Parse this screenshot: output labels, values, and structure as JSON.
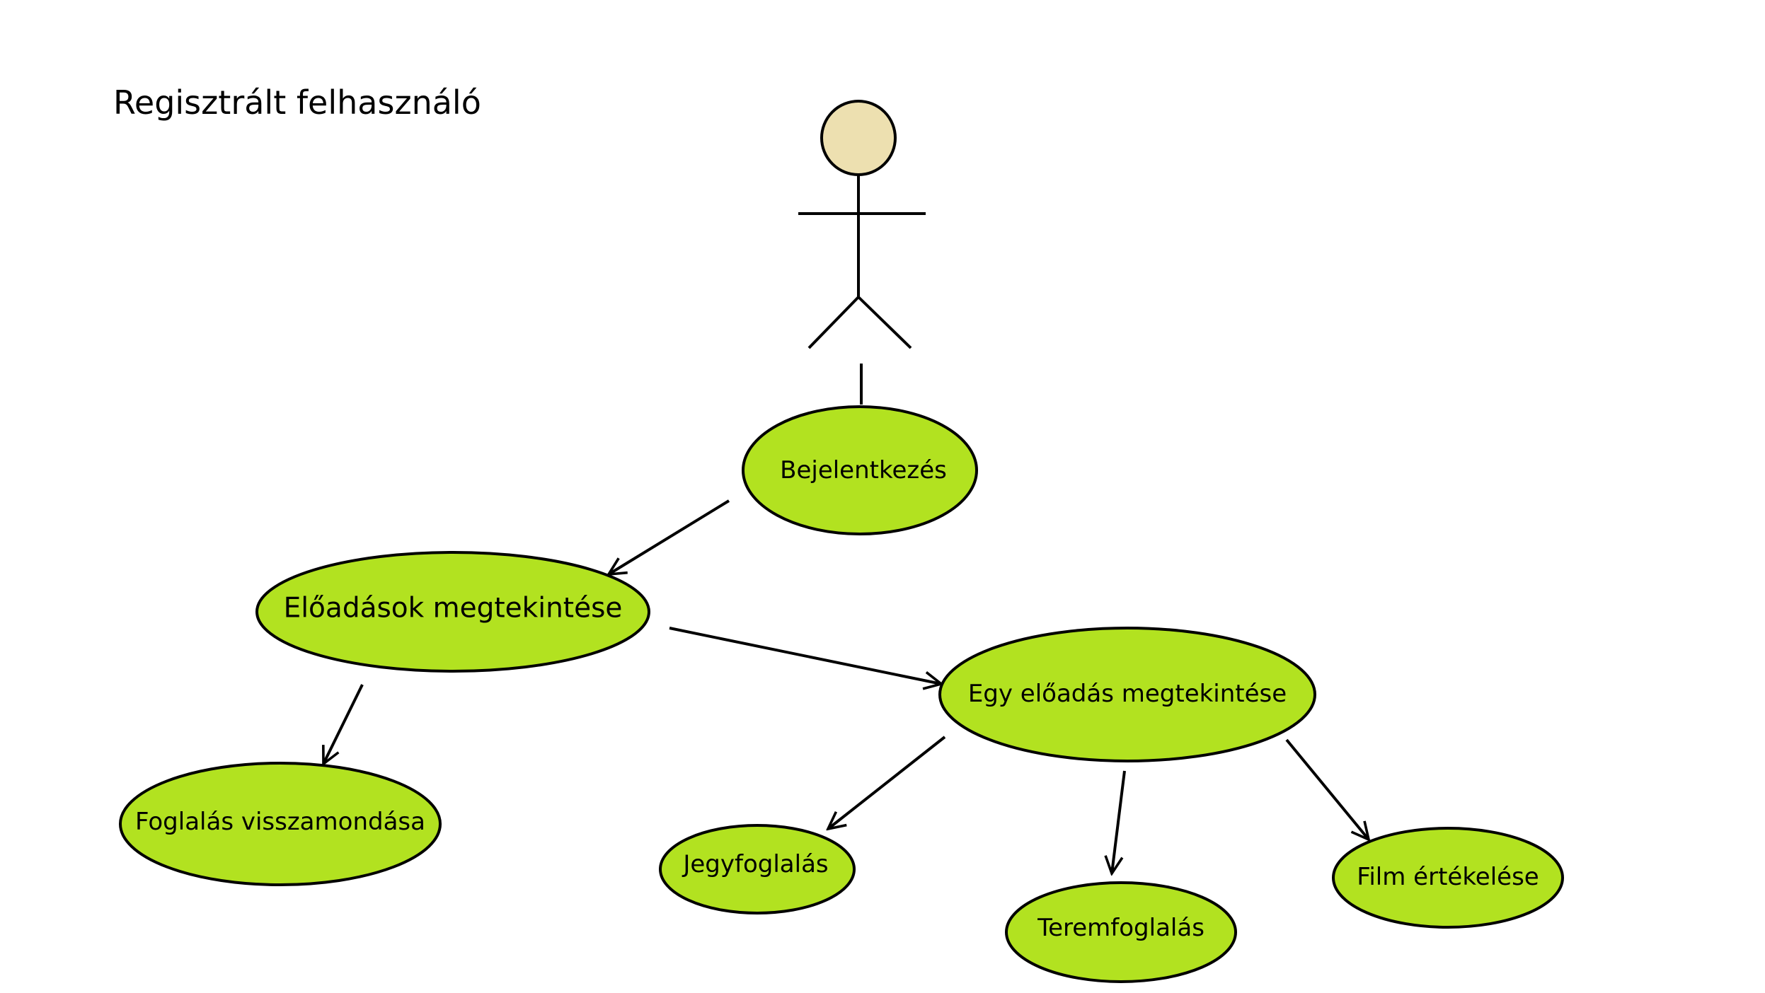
{
  "title": "Regisztrált felhasználó",
  "actor": {
    "icon": "stick-figure-actor-icon",
    "head_color": "#EDE0B0"
  },
  "colors": {
    "usecase_fill": "#B2E220",
    "stroke": "#000000"
  },
  "usecases": [
    {
      "id": "bejelentkezes",
      "label": "Bejelentkezés"
    },
    {
      "id": "eloadasok",
      "label": "Előadások megtekintése"
    },
    {
      "id": "egy-eloadas",
      "label": "Egy előadás megtekintése"
    },
    {
      "id": "foglalas-visszamondasa",
      "label": "Foglalás visszamondása"
    },
    {
      "id": "jegyfoglalas",
      "label": "Jegyfoglalás"
    },
    {
      "id": "teremfoglalas",
      "label": "Teremfoglalás"
    },
    {
      "id": "film-ertekelese",
      "label": "Film értékelése"
    }
  ]
}
